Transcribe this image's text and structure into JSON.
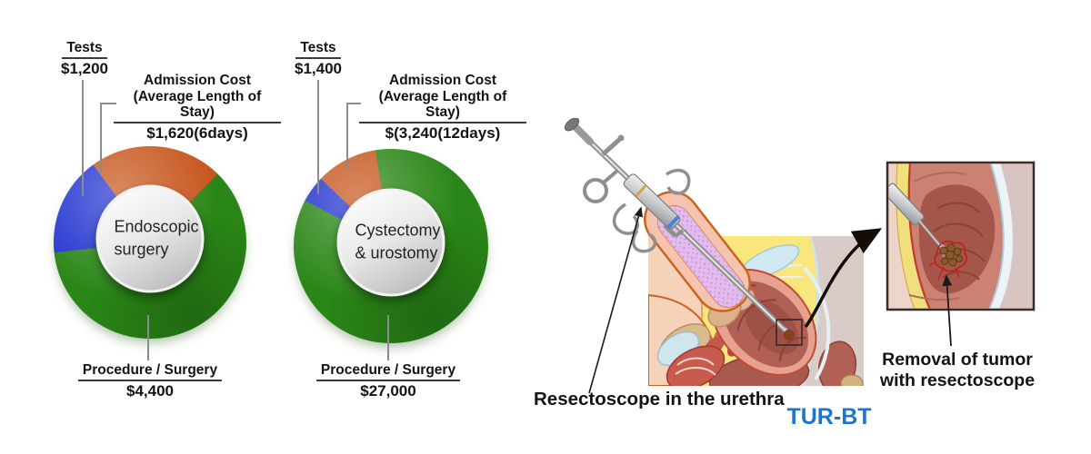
{
  "chart_data": [
    {
      "type": "pie",
      "title": "Endoscopic surgery",
      "title_lines": [
        "Endoscopic",
        "surgery"
      ],
      "categories": [
        "Tests",
        "Admission Cost (Average Length of Stay)",
        "Procedure / Surgery"
      ],
      "category_lines": [
        [
          "Tests"
        ],
        [
          "Admission Cost",
          "(Average Length of Stay)"
        ],
        [
          "Procedure / Surgery"
        ]
      ],
      "values": [
        1200,
        1620,
        4400
      ],
      "value_labels": [
        "$1,200",
        "$1,620(6days)",
        "$4,400"
      ],
      "colors": [
        "#2233cf",
        "#c7551c",
        "#2a8617"
      ],
      "start_angle_deg": -96,
      "legend_position": "callout-labels"
    },
    {
      "type": "pie",
      "title": "Cystectomy & urostomy",
      "title_lines": [
        "Cystectomy",
        "& urostomy"
      ],
      "categories": [
        "Tests",
        "Admission Cost (Average Length of Stay)",
        "Procedure / Surgery"
      ],
      "category_lines": [
        [
          "Tests"
        ],
        [
          "Admission Cost",
          "(Average Length of Stay)"
        ],
        [
          "Procedure / Surgery"
        ]
      ],
      "values": [
        1400,
        3240,
        27000
      ],
      "value_labels": [
        "$1,400",
        "$(3,240(12days)",
        "$27,000"
      ],
      "colors": [
        "#2233cf",
        "#c7551c",
        "#2a8617"
      ],
      "start_angle_deg": -62,
      "legend_position": "callout-labels"
    }
  ],
  "illustration": {
    "labels": {
      "resectoscope": "Resectoscope in the urethra",
      "procedure_abbreviation": "TUR-BT",
      "inset_caption_lines": [
        "Removal of tumor",
        "with resectoscope"
      ]
    },
    "colors": {
      "procedure_abbreviation": "#1e76cc",
      "leader_line": "#8c8c8c"
    }
  }
}
